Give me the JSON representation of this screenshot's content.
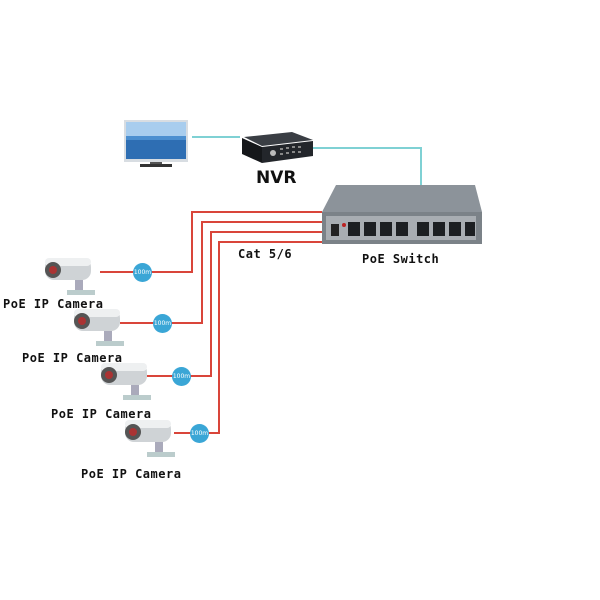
{
  "diagram": {
    "title": "PoE IP camera network topology",
    "nodes": {
      "monitor": {
        "label": ""
      },
      "nvr": {
        "label": "NVR"
      },
      "switch": {
        "label": "PoE Switch",
        "port_count": 8
      },
      "cameras": [
        {
          "label": "PoE IP Camera",
          "distance": "100m"
        },
        {
          "label": "PoE IP Camera",
          "distance": "100m"
        },
        {
          "label": "PoE IP Camera",
          "distance": "100m"
        },
        {
          "label": "PoE IP Camera",
          "distance": "100m"
        }
      ]
    },
    "cable_label": "Cat 5/6",
    "colors": {
      "uplink_cable": "#7fd1d4",
      "poe_cable": "#d9453a",
      "distance_badge": "#3aa6d6",
      "switch_body": "#7b8288",
      "nvr_body": "#1f2226"
    }
  }
}
